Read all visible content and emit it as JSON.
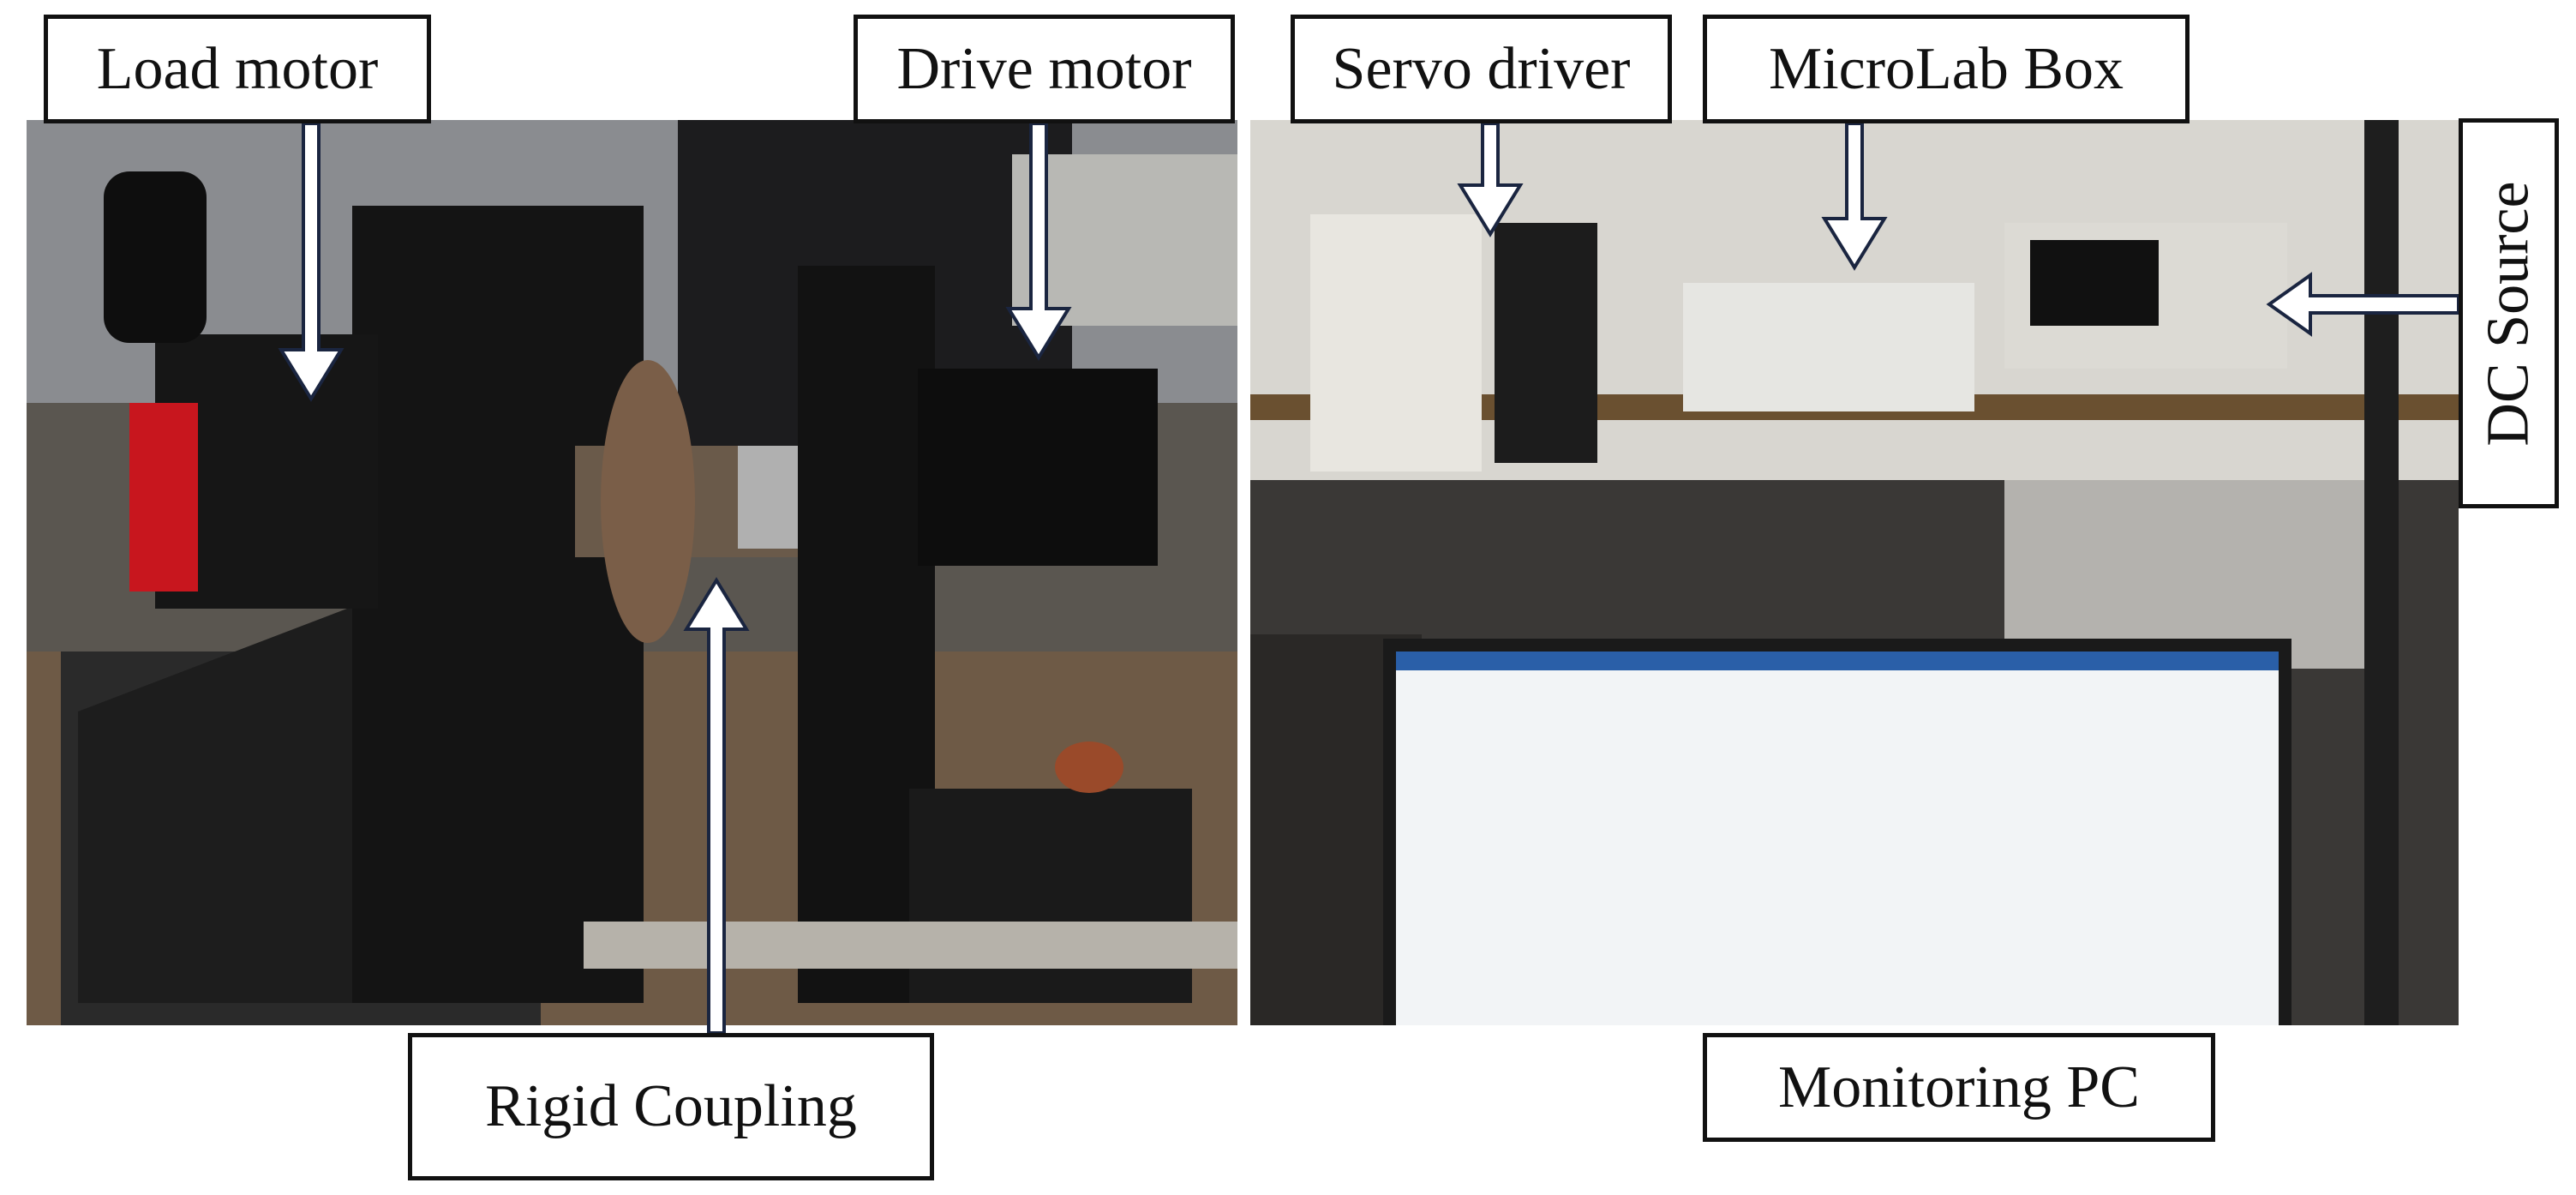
{
  "labels": {
    "load_motor": "Load motor",
    "drive_motor": "Drive motor",
    "servo_driver": "Servo driver",
    "microlab_box": "MicroLab Box",
    "rigid_coupling": "Rigid Coupling",
    "monitoring_pc": "Monitoring PC",
    "dc_source": "DC Source"
  },
  "photos": {
    "left": "test-bench-motors-photo",
    "right": "control-rack-photo"
  },
  "colors": {
    "label_border": "#111111",
    "arrow_fill": "#ffffff",
    "arrow_stroke": "#1a2540"
  }
}
